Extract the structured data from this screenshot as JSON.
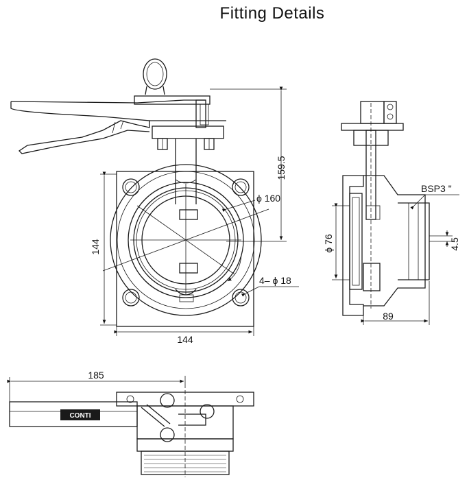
{
  "title": "Fitting Details",
  "dimensions": {
    "height": "159.5",
    "flange_diameter": "ϕ 160",
    "left_width": "144",
    "bottom_width": "144",
    "holes": "4– ϕ 18",
    "bore": "ϕ 76",
    "thread": "BSP3 \"",
    "outlet_length": "89",
    "wall": "4.5",
    "handle_length": "185"
  },
  "logo_text": "CONTI"
}
